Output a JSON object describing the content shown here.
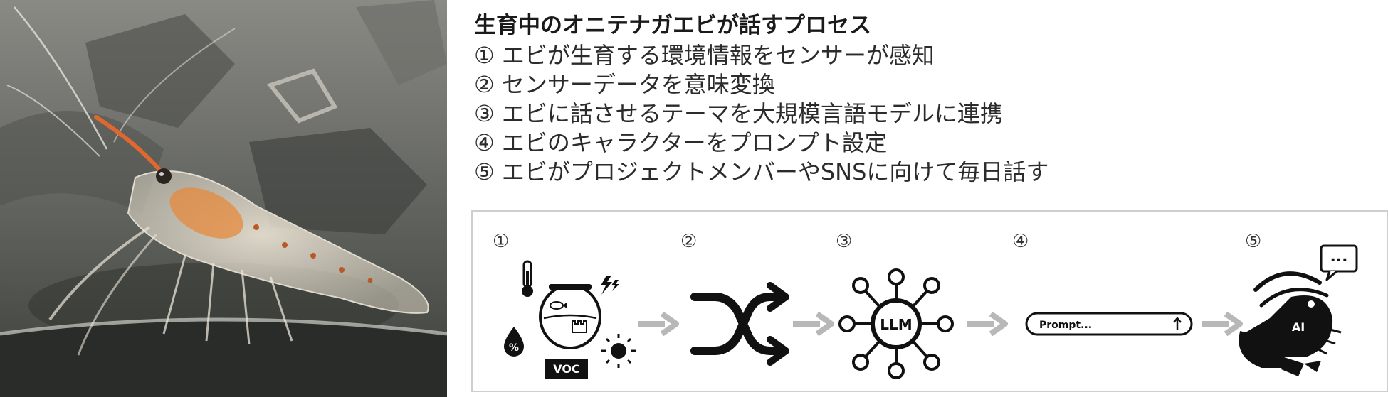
{
  "title": "生育中のオニテナガエビが話すプロセス",
  "steps": [
    "① エビが生育する環境情報をセンサーが感知",
    "② センサーデータを意味変換",
    "③ エビに話させるテーマを大規模言語モデルに連携",
    "④ エビのキャラクターをプロンプト設定",
    "⑤ エビがプロジェクトメンバーやSNSに向けて毎日話す"
  ],
  "diagram": {
    "step_numbers": [
      "①",
      "②",
      "③",
      "④",
      "⑤"
    ],
    "icon1": {
      "humidity_label": "%",
      "voc_label": "VOC"
    },
    "icon3": {
      "llm_label": "LLM"
    },
    "icon4": {
      "prompt_placeholder": "Prompt..."
    },
    "icon5": {
      "ai_label": "AI",
      "bubble_dots": "..."
    }
  },
  "colors": {
    "arrow": "#b8b8b8",
    "frame": "#cfcfcf",
    "icon": "#111111",
    "shrimp_accent": "#e0682f"
  }
}
